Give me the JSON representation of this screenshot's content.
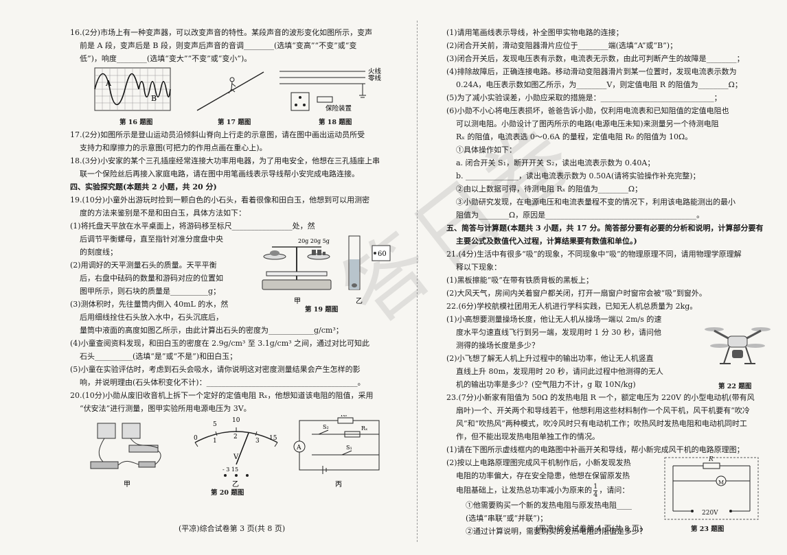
{
  "left": {
    "q16_a": "16.(2分)市场上有一种变声器，可以改变声音的特性。某段声音的波形变化如图所示，变声",
    "q16_b": "前是 A 段，变声后是 B 段，则变声后声音的音调________(选填“变高”“不变”或“变",
    "q16_c": "低”)，响度________(选填“变大”“不变”或“变小”)。",
    "fig16_labels": {
      "a": "A",
      "b": "B"
    },
    "fig18_labels": {
      "live": "火线",
      "neutral": "零线",
      "fuse": "保险装置"
    },
    "cap16": "第 16 题图",
    "cap17": "第 17 题图",
    "cap18": "第 18 题图",
    "q17_a": "17.(2分)如图所示是登山运动员沿倾斜山脊向上行走的示意图，请在图中画出运动员所受",
    "q17_b": "支持力和摩擦力的示意图(可把力的作用点画在重心上)。",
    "q18_a": "18.(3分)小安家的某个三孔插座经常连接大功率用电器，为了用电安全，他想在三孔插座上串",
    "q18_b": "联一个保险丝后再接入家庭电路，请在图中用笔画线表示导线帮小安完成电路连接。",
    "sec4": "四、实验探究题(本题共 2 小题，共 20 分)",
    "q19_a": "19.(10分)小童外出游玩时捡到一颗白色的小石头，看着很像和田白玉，他想到可以用测密",
    "q19_b": "度的方法来鉴别是不是和田白玉，具体方法如下：",
    "q19_1a": "(1)将托盘天平放在水平桌面上，将游码移至标尺________________处，然",
    "q19_1b": "后调节平衡螺母，直至指针对准分度盘中央",
    "q19_1c": "的刻度线；",
    "q19_2a": "(2)用调好的天平测量石头的质量。天平平衡",
    "q19_2b": "后，右盘中砝码的数量和游码对应的位置如",
    "q19_2c": "图甲所示，则石块的质量是__________g；",
    "q19_3a": "(3)测体积时，先往量筒内倒入 40mL 的水，然",
    "q19_3b": "后用细线拴住石头放入水中，石头沉底后，",
    "q19_3c": "量筒中液面的高度如图乙所示，由此计算出石头的密度为____________g/cm³；",
    "fig19_weights": "20g 20g 5g",
    "fig19_reading": "60",
    "fig19_left": "甲",
    "fig19_right": "乙",
    "cap19": "第 19 题图",
    "q19_4a": "(4)小童查阅资料发现，和田白玉的密度在 2.9g/cm³ 至 3.1g/cm³ 之间，通过对比可知此",
    "q19_4b": "石头__________(选填“是”或“不是”)和田白玉；",
    "q19_5a": "(5)小童在实验评估时，考虑到石头会吸水，请你说明这对密度测量结果会产生怎样的影",
    "q19_5b": "响，并说明理由(石头体积变化不计)：________________________________________。",
    "q20_a": "20.(10分)小勋从废旧收音机上拆下一个定好的定值电阻 Rₓ，他想知道该电阻的阻值，采用",
    "q20_b": "“伏安法”进行测量，图甲实验所用电源电压为 3V。",
    "fig20_scale": [
      "0",
      "5",
      "10",
      "15",
      "1",
      "2",
      "3"
    ],
    "fig20_v": "V",
    "fig20_terms": "-  3  15",
    "fig20_circuit": {
      "r0": "R₀",
      "rx": "Rₓ",
      "s1": "S₁",
      "s2": "S₂",
      "a": "A"
    },
    "fig20_sub": [
      "甲",
      "乙",
      "丙"
    ],
    "cap20": "第 20 题图",
    "footer": "(平凉)综合试卷第 3 页(共 8 页)"
  },
  "right": {
    "r1": "(1)请用笔画线表示导线，补全图甲实物电路的连接；",
    "r2": "(2)闭合开关前，滑动变阻器滑片应位于________端(选填“A”或“B”)；",
    "r3": "(3)闭合开关后，发现电压表有示数，电流表无示数，由此可判断产生的故障是________；",
    "r4a": "(4)排除故障后，正确连接电路。移动滑动变阻器滑片到某一位置时，发现电流表示数为",
    "r4b": "0.24A，电压表示数如图乙所示，为________V，则定值电阻 R 的阻值为________Ω；",
    "r5": "(5)为了减小实验误差，小勋应采取的措施是：______________________________；",
    "r6a": "(6)小勋不小心将电压表损坏，爸爸告诉小勋，仅利用电流表和已知阻值的定值电阻也",
    "r6b": "可以测电阻。小勋设计了图丙所示的电路(电源电压未知)来测量另一个待测电阻",
    "r6c": "Rₓ 的阻值，电流表选 0～0.6A 的量程，定值电阻 R₀ 的阻值为 10Ω。",
    "r6d": "①具体操作如下：",
    "r6e": "a. 闭合开关 S₁，断开开关 S₂，读出电流表示数为 0.40A；",
    "r6f": "b. ______________，读出电流表示数为 0.50A(请将实验操作补充完整)；",
    "r6g": "②由以上数据可得，待测电阻 Rₓ 的阻值为________Ω；",
    "r6h": "③小勋研究发现，在电源电压和电流表量程不变的情况下，利用该电路能测出的最小",
    "r6i": "阻值为________Ω，原因是________________________________________。",
    "sec5a": "五、简答与计算题(本题共 3 小题，共 17 分。简答部分要有必要的分析和说明，计算部分要有",
    "sec5b": "主要公式及数值代入过程，计算结果要有数值和单位。)",
    "q21a": "21.(4分)生活中有很多“吸”的现象，不同现象中“吸”的物理原理不同，请用物理学原理解",
    "q21b": "释以下现象：",
    "q21c": "(1)黑板擦能“吸”在带有铁质背板的黑板上；",
    "q21d": "(2)大风天气，房间内关着窗户都关闭，打开一扇窗户时窗帘会被“吸”到窗外。",
    "q22a": "22.(6分)学校航模社团用无人机进行学科实践，已知无人机总质量为 2kg。",
    "q22b": "(1)小高想要测量操场长度，他让无人机从操场一端以 2m/s 的速",
    "q22c": "度水平匀速直线飞行到另一端，发现用时 1 分 30 秒，请问他",
    "q22d": "测得的操场长度是多少？",
    "q22e": "(2)小飞想了解无人机上升过程中的输出功率，他让无人机竖直",
    "q22f": "直线上升 80m，发现用时 20 秒，请问此过程中他测得的无人",
    "q22g": "机的输出功率是多少？(空气阻力不计，g 取 10N/kg)",
    "cap22": "第 22 题图",
    "q23a": "23.(7分)小新家有阻值为 50Ω 的发热电阻 R 一个，额定电压为 220V 的小型电动机(带有风",
    "q23b": "扇叶)一个、开关两个和导线若干，他想利用这些材料制作一个风干机，风干机要有“吹冷",
    "q23c": "风”和“吹热风”两种模式，吹冷风时只有电动机工作；吹热风时发热电阻和电动机同时工",
    "q23d": "作，但不能出现发热电阻单独工作的情况。",
    "q23e": "(1)请在下图所示虚线框内的电路图中补画开关和导线，帮小新完成风干机的电路原理图；",
    "q23f": "(2)按以上电路原理图完成风干机制作后，小新发现发热",
    "q23g": "电阻的功率偏大，存在安全隐患，他想在保留原发热",
    "q23h": "电阻基础上，让发热总功率减小为原来的",
    "q23frac": {
      "num": "1",
      "den": "4"
    },
    "q23h2": "，请问：",
    "q23i": "①他需要购买一个新的发热电阻与原发热电阻____",
    "q23j": "(选填“串联”或“并联”)；",
    "q23k": "②通过计算说明，需要购买的发热电阻的阻值是多少？",
    "fig23": {
      "r": "R",
      "m": "M",
      "v": "220V"
    },
    "cap23": "第 23 题图",
    "footer": "(平凉)综合试卷第 4 页(共 8 页)"
  },
  "stamp": "答日卷"
}
